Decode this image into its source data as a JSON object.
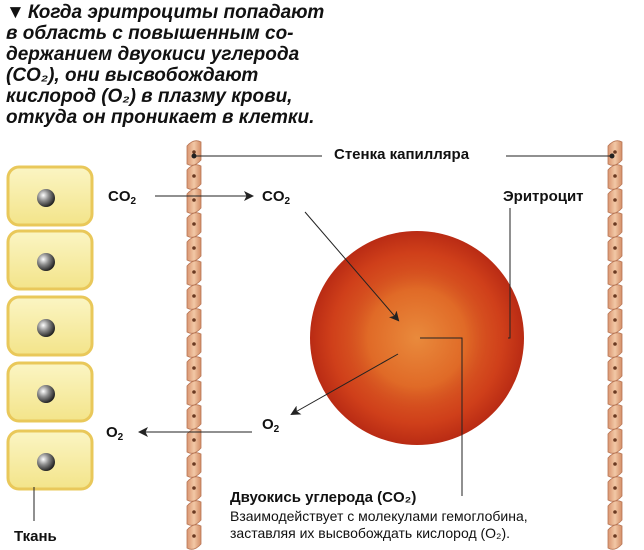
{
  "intro": {
    "marker": "▼",
    "lines": [
      "Когда эритроциты попадают",
      "в область с повышенным со-",
      "держанием двуокиси углерода",
      "(CO₂), они высвобождают",
      "кислород (O₂) в плазму крови,",
      "откуда он проникает в клетки."
    ]
  },
  "labels": {
    "capillary_wall": "Стенка капилляра",
    "erythrocyte": "Эритроцит",
    "tissue": "Ткань"
  },
  "chem": {
    "co2_base": "CO",
    "o2_base": "O",
    "subscript": "2"
  },
  "note": {
    "title": "Двуокись углерода (CO₂)",
    "line1": "Взаимодействует с молекулами гемоглобина,",
    "line2": "заставляя их высвобождать кислород (O₂)."
  },
  "colors": {
    "cell_fill": "#f8efa6",
    "cell_border": "#e9c85a",
    "wall": "#e7b48e",
    "rbc_outer": "#c8341a",
    "rbc_inner": "#e06b28",
    "arrow": "#222222"
  }
}
